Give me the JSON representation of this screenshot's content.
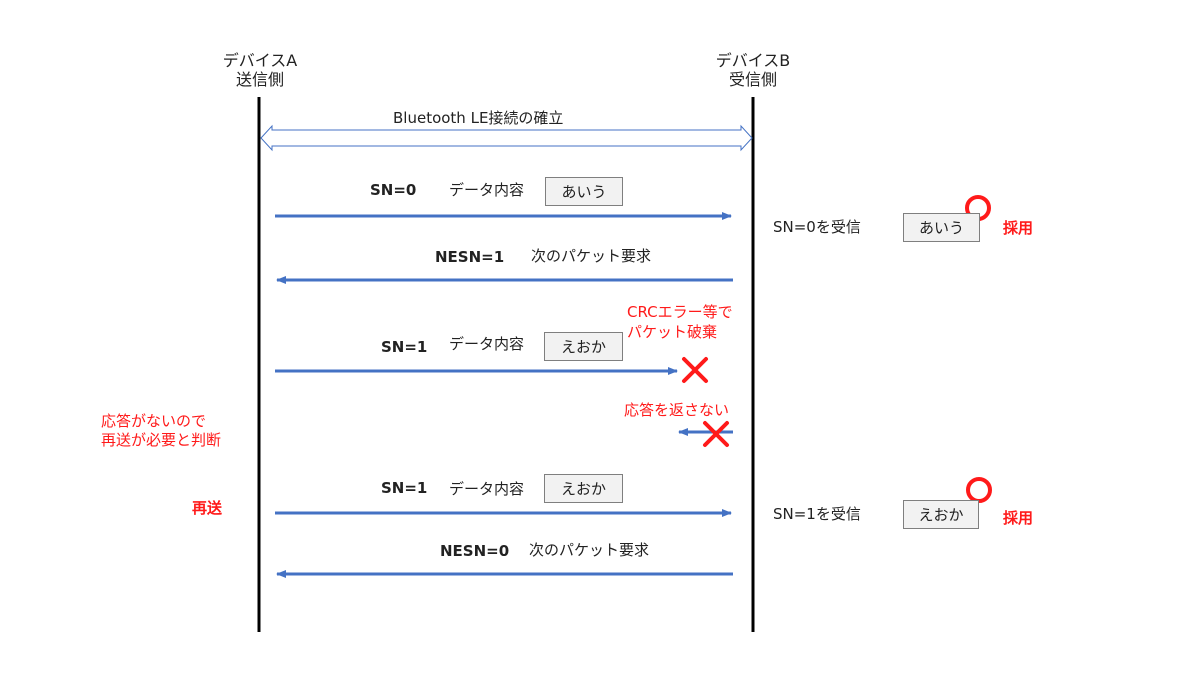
{
  "device_a": {
    "name": "デバイスA",
    "role": "送信側"
  },
  "device_b": {
    "name": "デバイスB",
    "role": "受信側"
  },
  "connection_label": "Bluetooth LE接続の確立",
  "messages": [
    {
      "sn": "SN=0",
      "data_label": "データ内容",
      "data": "あいう"
    },
    {
      "nesn": "NESN=1",
      "request": "次のパケット要求"
    },
    {
      "sn": "SN=1",
      "data_label": "データ内容",
      "data": "えおか"
    },
    {
      "sn": "SN=1",
      "data_label": "データ内容",
      "data": "えおか"
    },
    {
      "nesn": "NESN=0",
      "request": "次のパケット要求"
    }
  ],
  "receiver": [
    {
      "status": "SN=0を受信",
      "data": "あいう",
      "result": "採用"
    },
    {
      "status": "SN=1を受信",
      "data": "えおか",
      "result": "採用"
    }
  ],
  "notes": {
    "crc_error_line1": "CRCエラー等で",
    "crc_error_line2": "パケット破棄",
    "no_response": "応答を返さない",
    "sender_judge_line1": "応答がないので",
    "sender_judge_line2": "再送が必要と判断",
    "resend": "再送"
  },
  "colors": {
    "arrow": "#4472c4",
    "accent": "#ff1a1a",
    "lifeline": "#000000"
  }
}
